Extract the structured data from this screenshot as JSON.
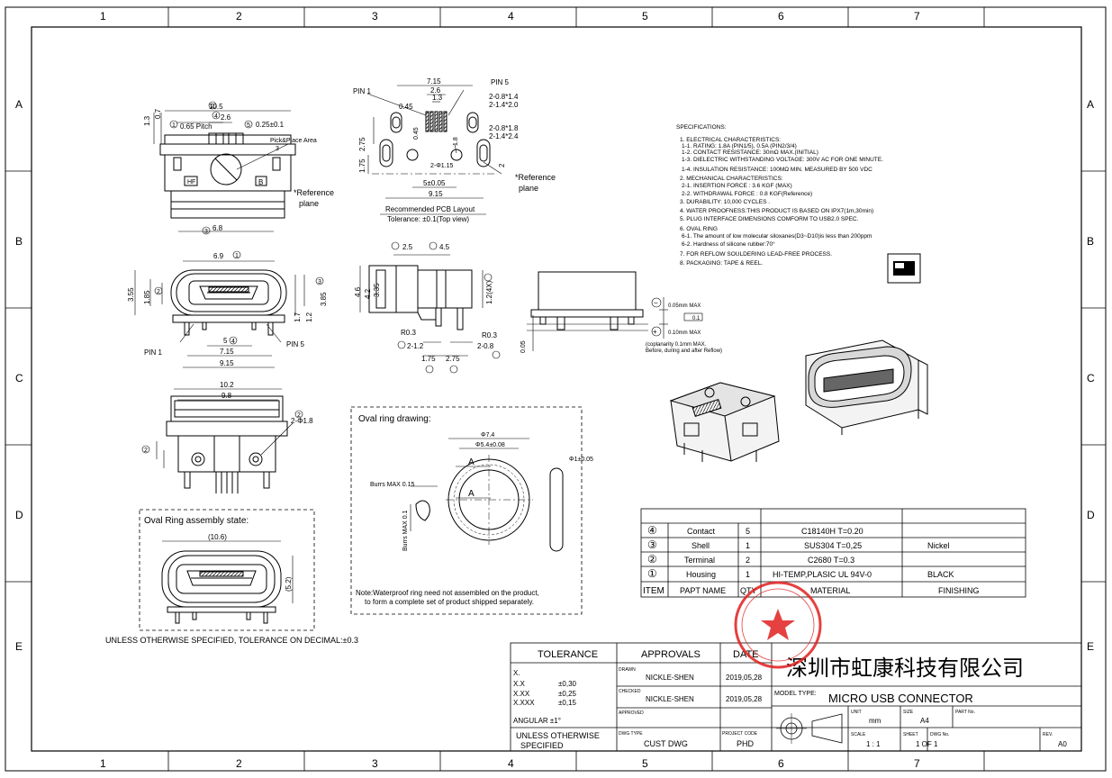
{
  "zones": {
    "columns": [
      "1",
      "2",
      "3",
      "4",
      "5",
      "6",
      "7"
    ],
    "rows": [
      "A",
      "B",
      "C",
      "D",
      "E"
    ]
  },
  "top_view": {
    "dims": [
      "10.5",
      "2.6",
      "0.25±0.1",
      "0.65 Pitch",
      "0.7",
      "1.3",
      "6.8",
      "Pick&Place Area",
      "3",
      "HF",
      "B"
    ],
    "reference_plane": [
      "*Reference",
      "plane"
    ],
    "circle_labels": [
      "1",
      "2",
      "3",
      "4",
      "5",
      "1"
    ]
  },
  "pcb_layout": {
    "dims": [
      "7.15",
      "2.6",
      "1.3",
      "0.45",
      "2.75",
      "1.75",
      "0.45",
      "1.8",
      "2-Φ1.15",
      "5±0.05",
      "9.15",
      "2-0.8*1.4",
      "2-1.4*2.0",
      "2-0.8*1.8",
      "2-1.4*2.4",
      "2"
    ],
    "pin_labels": [
      "PIN 1",
      "PIN 5"
    ],
    "reference_plane": [
      "*Reference",
      "plane"
    ],
    "caption": "Recommended PCB Layout",
    "tolerance": "Tolerance: ±0.1(Top view)"
  },
  "specs": {
    "title": "SPECIFICATIONS:",
    "lines": [
      "1. ELECTRICAL CHARACTERISTICS:",
      "   1-1. RATING: 1.8A (PIN1/5), 0.5A (PIN2/3/4)",
      "   1-2. CONTACT RESISTANCE: 30mΩ MAX.(INITIAL)",
      "   1-3. DIELECTRIC WITHSTANDING VOLTAGE: 300V AC FOR ONE MINUTE.",
      "   1-4. INSULATION RESISTANCE: 100MΩ MIN. MEASURED BY 500 VDC",
      "2. MECHANICAL CHARACTERISTICS:",
      "   2-1. INSERTION FORCE : 3.6 KGF (MAX)",
      "   2-2. WITHDRAWAL FORCE : 0.8 KGF(Reference)",
      "3. DURABILITY: 10,000 CYCLES .",
      "4. WATER PROOFNESS:THIS PRODUCT IS BASED   ON IPX7(1m,30min)",
      "5. PLUG INTERFACE DIMENSIONS COMFORM TO USB2.0 SPEC.",
      "6. OVAL RING",
      "   6-1. The amount of low molecular siloxanes(D3~D10)is less than 200ppm",
      "   6-2. Hardness of silicone rubber:70°",
      "7. FOR REFLOW SOULDERING LEAD-FREE PROCESS.",
      "8. PACKAGING: TAPE & REEL."
    ]
  },
  "front_view": {
    "dims": [
      "6.9",
      "1",
      "3.55",
      "2",
      "1.85",
      "3",
      "3.85",
      "1.2",
      "1.7",
      "5",
      "4",
      "7.15",
      "9.15"
    ],
    "pin_labels": [
      "PIN 1",
      "PIN 5"
    ]
  },
  "side_view": {
    "dims": [
      "2.5",
      "4.5",
      "4.6",
      "3.35",
      "4.2",
      "1.2(4X)",
      "R0.3",
      "R0.3",
      "2-1.2",
      "2-0.8",
      "1.75",
      "2.75"
    ]
  },
  "coplanarity": {
    "dims": [
      "0.05mm MAX",
      "0.1",
      "0.10mm MAX",
      "0.05"
    ],
    "note": [
      "(coplanarity 0.1mm MAX.",
      "Before, during and after Reflow)"
    ]
  },
  "bottom_view": {
    "dims": [
      "10.2",
      "9.8",
      "2-Φ1.8",
      "2",
      "2"
    ]
  },
  "oval_ring": {
    "title": "Oval ring drawing:",
    "dims": [
      "Φ7.4",
      "Φ5.4±0.08",
      "Φ1±0.05",
      "Burrs MAX 0.15",
      "Burrs MAX 0.1",
      "A",
      "A"
    ],
    "note": [
      "Note:Waterproof ring need not assembled on the product,",
      "to form a complete set of product shipped separately."
    ]
  },
  "assembly": {
    "title": "Oval Ring assembly state:",
    "dims": [
      "(10.6)",
      "(5.2)"
    ]
  },
  "tolerance_note": "UNLESS OTHERWISE SPECIFIED, TOLERANCE ON DECIMAL:±0.3",
  "bom": {
    "header": [
      "ITEM",
      "PAPT NAME",
      "QTY",
      "MATERIAL",
      "FINISHING"
    ],
    "rows": [
      {
        "item": "④",
        "name": "Contact",
        "qty": "5",
        "material": "C18140H  T=0.20",
        "finishing": ""
      },
      {
        "item": "③",
        "name": "Shell",
        "qty": "1",
        "material": "SUS304  T=0,25",
        "finishing": "Nickel"
      },
      {
        "item": "②",
        "name": "Terminal",
        "qty": "2",
        "material": "C2680 T=0.3",
        "finishing": ""
      },
      {
        "item": "①",
        "name": "Housing",
        "qty": "1",
        "material": "HI-TEMP,PLASIC UL 94V-0",
        "finishing": "BLACK"
      }
    ]
  },
  "title_block": {
    "tolerance_label": "TOLERANCE",
    "approvals_label": "APPROVALS",
    "date_label": "DATE",
    "tol_lines": [
      [
        "X.",
        ""
      ],
      [
        "X.X",
        "±0,30"
      ],
      [
        "X.XX",
        "±0,25"
      ],
      [
        "X.XXX",
        "±0,15"
      ]
    ],
    "angular": "ANGULAR ±1°",
    "unless": [
      "UNLESS OTHERWISE",
      "SPECIFIED"
    ],
    "drawn_label": "DRAWN",
    "drawn": "NICKLE-SHEN",
    "drawn_date": "2019,05,28",
    "checked_label": "CHECKED",
    "checked": "NICKLE-SHEN",
    "checked_date": "2019,05,28",
    "approved_label": "APPROVED",
    "dwg_type_label": "DWG TYPE",
    "dwg_type": "CUST DWG",
    "project_label": "PROJECT CODE",
    "project": "PHD",
    "company": "深圳市虹康科技有限公司",
    "model_label": "MODEL TYPE:",
    "model": "MICRO USB CONNECTOR",
    "unit_label": "UNIT",
    "unit": "mm",
    "size_label": "SIZE",
    "size": "A4",
    "part_label": "PART No.",
    "scale_label": "SCALE",
    "scale": "1 : 1",
    "sheet_label": "SHEET",
    "sheet": "1 OF 1",
    "dwg_no_label": "DWG No.",
    "rev_label": "REV.",
    "rev": "A0"
  },
  "colors": {
    "seal": "#e0201f",
    "line": "#000000"
  }
}
